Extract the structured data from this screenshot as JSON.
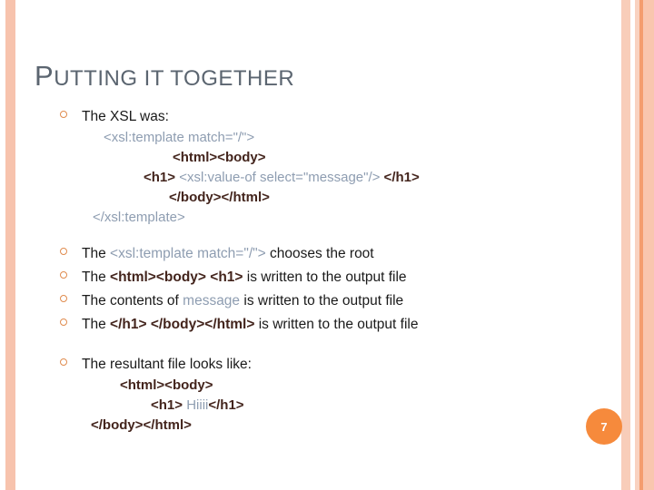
{
  "slide": {
    "title_first_letter": "P",
    "title_rest": "UTTING IT TOGETHER",
    "page_number": "7"
  },
  "colors": {
    "title": "#5b6570",
    "xsl_code": "#8e9db1",
    "html_code": "#43241c",
    "bullet_marker": "#e08b4e",
    "badge_background": "#f68a3c",
    "stripe_peach": "#f7c3ad",
    "stripe_orange": "#f49d6e"
  },
  "intro_bullet": {
    "text": "The XSL was:"
  },
  "xsl_code_block": {
    "lines": [
      {
        "id": "line1",
        "indent": "ln-1",
        "parts": [
          {
            "text": "<xsl:template match=\"/\">",
            "style": "xsl"
          }
        ]
      },
      {
        "id": "line2",
        "indent": "ln-2",
        "parts": [
          {
            "text": "<html><body>",
            "style": "html"
          }
        ]
      },
      {
        "id": "line3",
        "indent": "ln-3",
        "parts": [
          {
            "text": "<h1> ",
            "style": "html"
          },
          {
            "text": "<xsl:value-of select=\"message\"/>",
            "style": "xsl"
          },
          {
            "text": " </h1>",
            "style": "html"
          }
        ]
      },
      {
        "id": "line4",
        "indent": "ln-4",
        "parts": [
          {
            "text": "</body></html>",
            "style": "html"
          }
        ]
      },
      {
        "id": "line5",
        "indent": "ln-5",
        "parts": [
          {
            "text": "</xsl:template>",
            "style": "xsl"
          }
        ]
      }
    ]
  },
  "explanation_bullets": [
    {
      "id": "bullet-root",
      "parts": [
        {
          "text": "The ",
          "style": "plain"
        },
        {
          "text": "<xsl:template match=\"/\">",
          "style": "xsl"
        },
        {
          "text": " chooses the root",
          "style": "plain"
        }
      ]
    },
    {
      "id": "bullet-html-body",
      "parts": [
        {
          "text": "The ",
          "style": "plain"
        },
        {
          "text": "<html><body>",
          "style": "html"
        },
        {
          "text": "   ",
          "style": "plain"
        },
        {
          "text": "<h1>",
          "style": "html"
        },
        {
          "text": " is written to the output file",
          "style": "plain"
        }
      ]
    },
    {
      "id": "bullet-message",
      "parts": [
        {
          "text": "The contents of ",
          "style": "plain"
        },
        {
          "text": "message",
          "style": "xsl"
        },
        {
          "text": " is written to the output file",
          "style": "plain"
        }
      ]
    },
    {
      "id": "bullet-closing-tags",
      "parts": [
        {
          "text": "The ",
          "style": "plain"
        },
        {
          "text": "</h1>",
          "style": "html"
        },
        {
          "text": "   ",
          "style": "plain"
        },
        {
          "text": "</body></html>",
          "style": "html"
        },
        {
          "text": " is written to the output file",
          "style": "plain"
        }
      ]
    }
  ],
  "result_bullet": {
    "text": "The resultant file looks like:"
  },
  "result_code_block": {
    "lines": [
      {
        "id": "rline1",
        "indent": "r-1",
        "parts": [
          {
            "text": "<html><body>",
            "style": "html"
          }
        ]
      },
      {
        "id": "rline2",
        "indent": "r-2",
        "parts": [
          {
            "text": "<h1> ",
            "style": "html"
          },
          {
            "text": "Hiiii",
            "style": "xsl"
          },
          {
            "text": "</h1>",
            "style": "html"
          }
        ]
      },
      {
        "id": "rline3",
        "indent": "r-3",
        "parts": [
          {
            "text": "</body></html>",
            "style": "html"
          }
        ]
      }
    ]
  }
}
